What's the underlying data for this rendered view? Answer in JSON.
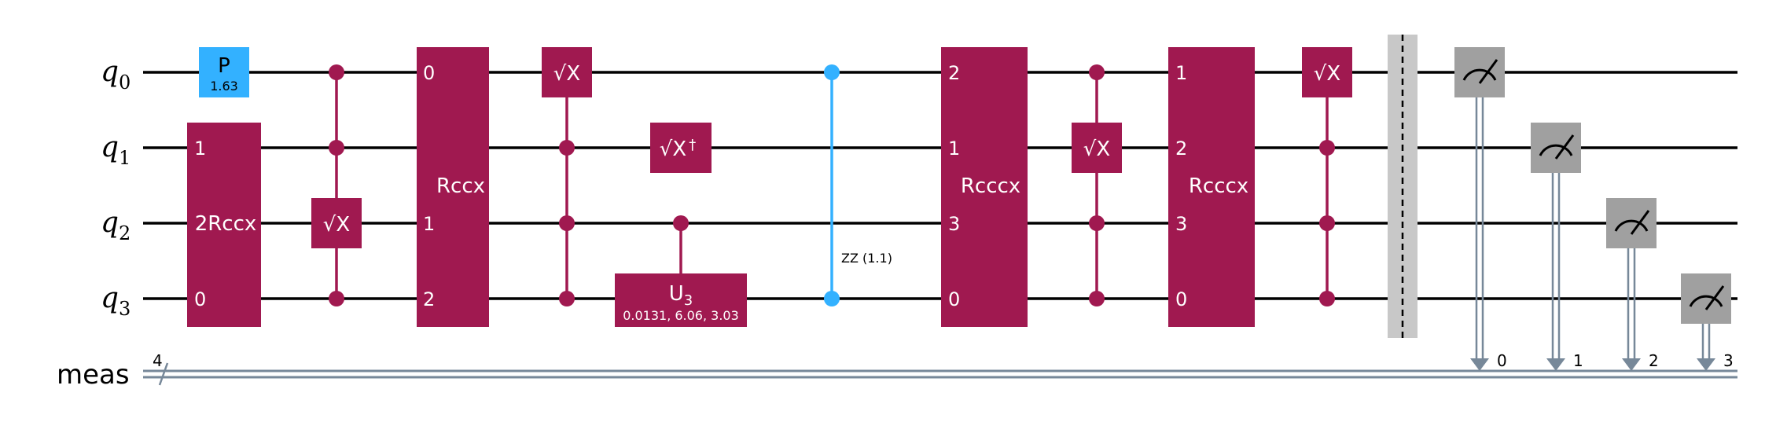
{
  "colors": {
    "multi_gate": "#a01950",
    "phase_gate": "#33b1ff",
    "zz_gate": "#33b1ff",
    "measure": "#a0a0a0",
    "barrier": "#c8c8c8",
    "classical_wire": "#778899",
    "wire": "#000000"
  },
  "qubit_labels": [
    {
      "sym": "q",
      "sub": "0"
    },
    {
      "sym": "q",
      "sub": "1"
    },
    {
      "sym": "q",
      "sub": "2"
    },
    {
      "sym": "q",
      "sub": "3"
    }
  ],
  "classical_register": {
    "label": "meas",
    "width": "4",
    "bits": [
      "0",
      "1",
      "2",
      "3"
    ]
  },
  "gates": {
    "p": {
      "label": "P",
      "param": "1.63"
    },
    "rccx2": {
      "label": "2Rccx",
      "ports": [
        "1",
        "0"
      ]
    },
    "csx1": {
      "label": "√X"
    },
    "rccx": {
      "label": "Rccx",
      "ports": [
        "0",
        "1",
        "2"
      ]
    },
    "csx2": {
      "label": "√X"
    },
    "sxdg": {
      "label": "√X",
      "dagger": "†"
    },
    "cu3": {
      "label": "U",
      "sub": "3",
      "params": "0.0131, 6.06, 3.03"
    },
    "zz": {
      "label": "ZZ (1.1)"
    },
    "rcccx1": {
      "label": "Rcccx",
      "ports": [
        "2",
        "1",
        "3",
        "0"
      ]
    },
    "csx3": {
      "label": "√X"
    },
    "rcccx2": {
      "label": "Rcccx",
      "ports": [
        "1",
        "2",
        "3",
        "0"
      ]
    },
    "csx4": {
      "label": "√X"
    }
  }
}
